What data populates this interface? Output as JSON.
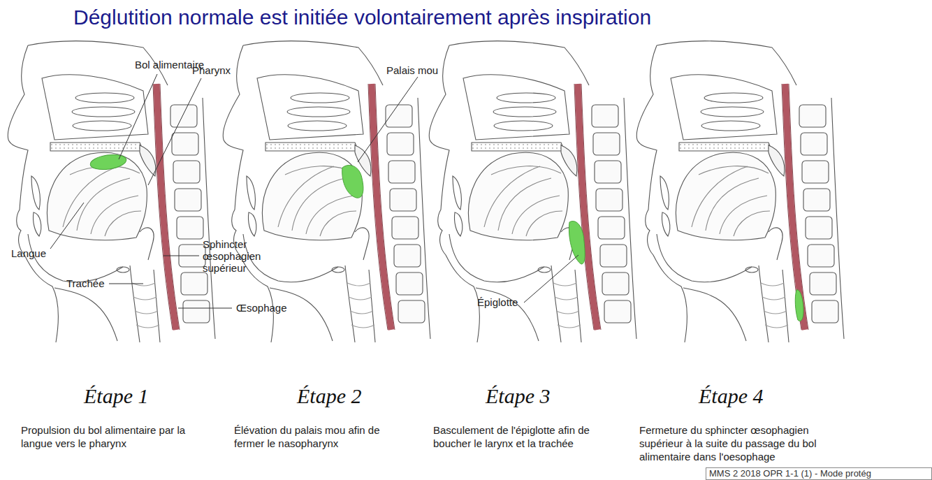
{
  "diagram": {
    "title": "Déglutition normale est initiée volontairement après inspiration",
    "labels": [
      "Bol alimentaire",
      "Pharynx",
      "Langue",
      "Trachée",
      "Sphincter œsophagien supérieur",
      "Œsophage",
      "Palais mou",
      "Épiglotte",
      "Étape 1",
      "Propulsion du bol alimentaire par la langue vers le pharynx",
      "Étape 2",
      "Élévation du palais mou afin de fermer le nasopharynx",
      "Étape 3",
      "Basculement de l'épiglotte afin de boucher le larynx et la trachée",
      "Étape 4",
      "Fermeture du sphincter œsophagien supérieur à la suite du passage du bol alimentaire dans l'oesophage",
      "MMS 2 2018 OPR 1-1 (1) - Mode protég"
    ]
  }
}
